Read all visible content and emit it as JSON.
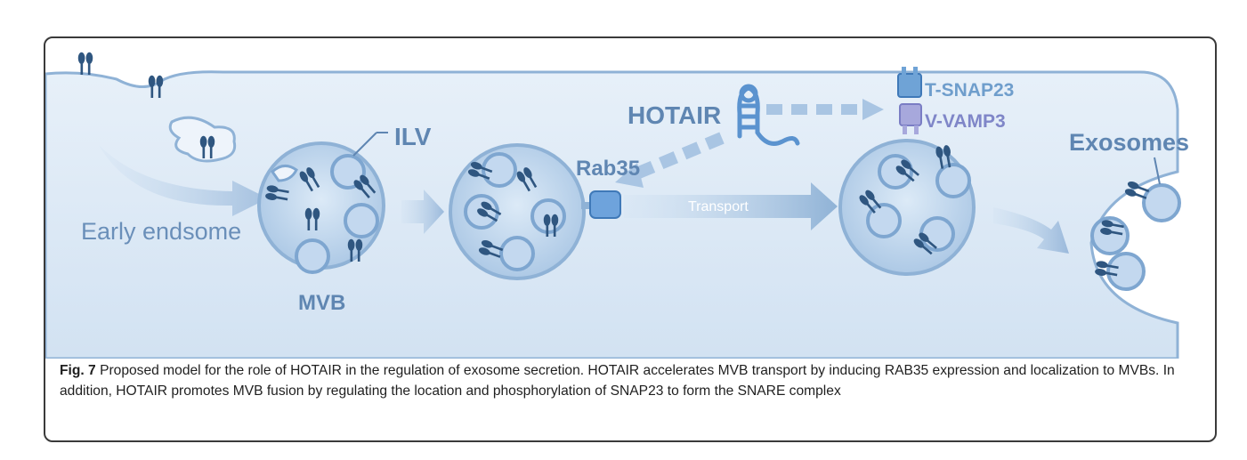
{
  "figure": {
    "labels": {
      "ilv": "ILV",
      "early_endosome": "Early endsome",
      "mvb": "MVB",
      "rab35": "Rab35",
      "hotair": "HOTAIR",
      "transport": "Transport",
      "t_snap23": "T-SNAP23",
      "v_vamp3": "V-VAMP3",
      "exosomes": "Exosomes"
    },
    "colors": {
      "cytoplasm": "#d9e7f5",
      "membrane": "#8fb2d6",
      "vesicle_fill": "#c3d8ef",
      "vesicle_stroke": "#7ea6d0",
      "receptor": "#2f5680",
      "label": "#5f86b2",
      "snap_label": "#6f9ecc",
      "vamp_label": "#7f86c8"
    }
  },
  "caption": {
    "fig_label": "Fig. 7",
    "text": " Proposed model for the role of HOTAIR in the regulation of exosome secretion. HOTAIR accelerates MVB transport by inducing RAB35 expression and localization to MVBs. In addition, HOTAIR promotes MVB fusion by regulating the location and phosphorylation of SNAP23 to form the SNARE complex"
  }
}
